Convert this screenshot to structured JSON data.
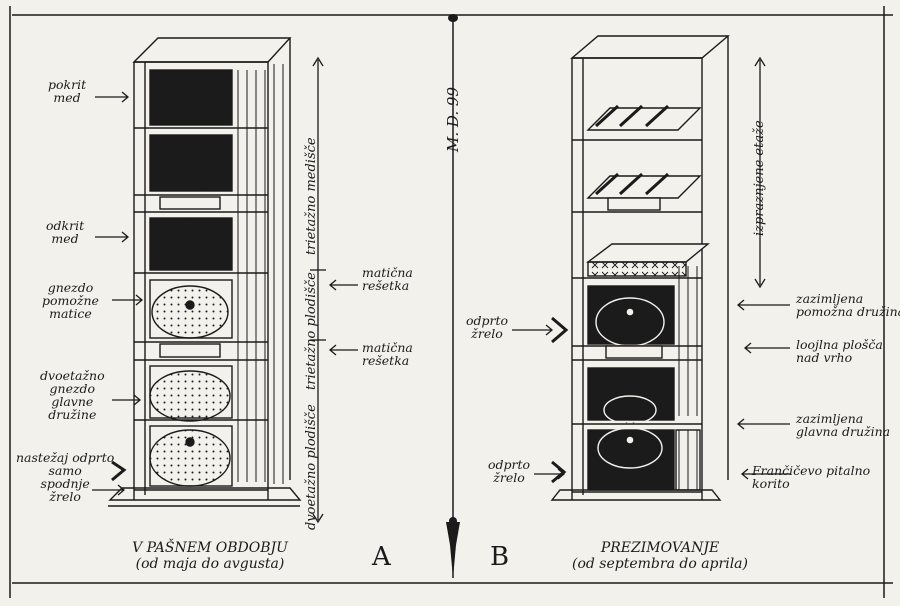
{
  "center_mark": "M. D. 99",
  "panel_a": {
    "letter": "A",
    "caption": "V PAŠNEM OBDOBJU\n(od maja do avgusta)",
    "labels": {
      "covered_honey": "pokrit\nmed",
      "uncovered_honey": "odkrit\nmed",
      "auxiliary_nest": "gnezdo\npomožne\nmatice",
      "main_nest": "dvoetažno\ngnezdo\nglavne\ndružine",
      "entrance_note": "nastežaj odprto\nsamo\nspodnje\nžrelo",
      "queen_excluder_top": "matična\nrešetka",
      "queen_excluder_bottom": "matična\nrešetka",
      "honey_super_span": "trietažno medišče",
      "brood_span_top": "trietažno plodišče",
      "brood_span_bottom": "dvoetažno plodišče"
    }
  },
  "panel_b": {
    "letter": "B",
    "caption": "PREZIMOVANJE\n(od septembra do aprila)",
    "labels": {
      "emptied_storeys": "izpraznjene etaže",
      "wintered_aux_colony": "zazimljena\npomožna družina",
      "wax_board": "loojlna plošča\nnad vrho",
      "wintered_main_colony": "zazimljena\nglavna družina",
      "feeder": "Frančičevo pitalno\nkorito",
      "open_entrance_upper": "odprto\nžrelo",
      "open_entrance_lower": "odprto\nžrelo"
    }
  },
  "colors": {
    "ink": "#1b1b1b",
    "paper": "#f3f1ec"
  }
}
